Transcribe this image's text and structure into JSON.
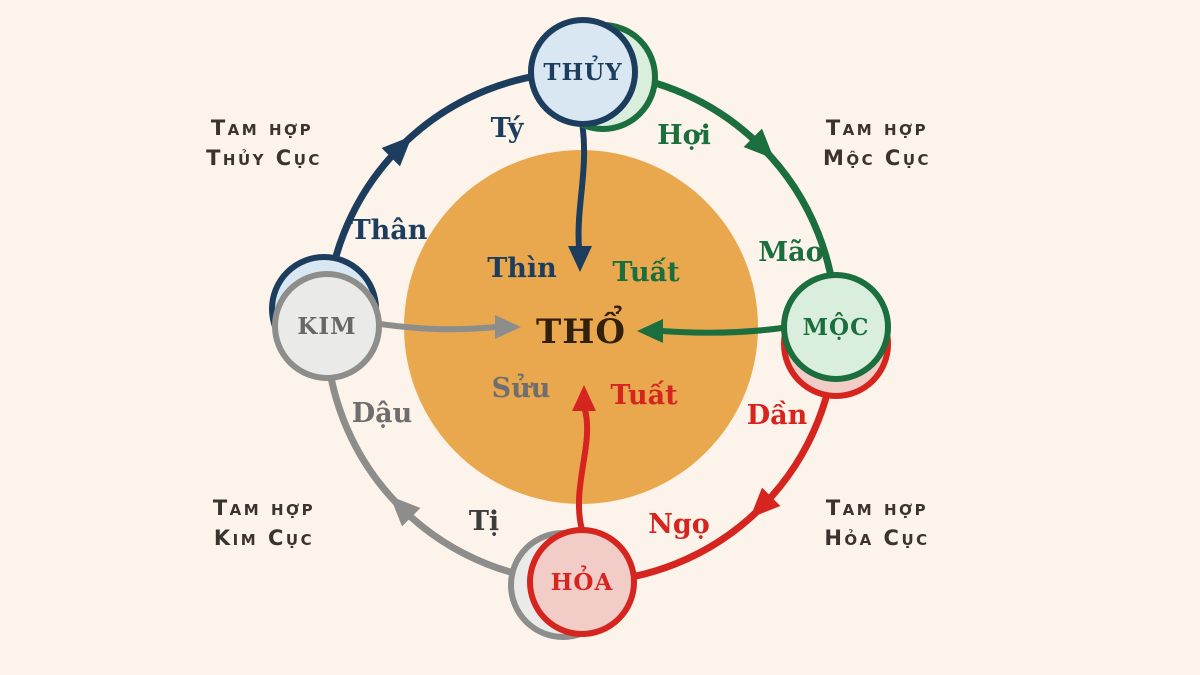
{
  "colors": {
    "background": "#fcf3ea",
    "orange": "#e9a84e",
    "navy": "#1d3d5f",
    "green": "#1b6e3d",
    "red": "#d6241f",
    "gray": "#8d8d8b",
    "light_blue": "#d8e7f2",
    "light_green": "#daeedd",
    "light_red": "#f2ccc7",
    "light_gray": "#eaeae8",
    "earth_text": "#33200a",
    "kim_text": "#686866",
    "mid_gray_text": "#6e6e6e",
    "dark_label": "#3d3d3d",
    "corner_text": "#3a342e"
  },
  "center": {
    "label": "THỔ"
  },
  "elements": {
    "thuy": {
      "label": "THỦY"
    },
    "moc": {
      "label": "MỘC"
    },
    "hoa": {
      "label": "HỎA"
    },
    "kim": {
      "label": "KIM"
    }
  },
  "inner_labels": {
    "thin": "Thìn",
    "tuat_top": "Tuất",
    "suu": "Sửu",
    "tuat_bottom": "Tuất"
  },
  "ring_labels": {
    "ty": "Tý",
    "hoi": "Hợi",
    "mao": "Mão",
    "dan": "Dần",
    "ngo": "Ngọ",
    "ti": "Tị",
    "dau": "Dậu",
    "than": "Thân"
  },
  "corners": {
    "top_left": {
      "line1": "Tam hợp",
      "line2": "Thủy Cục"
    },
    "top_right": {
      "line1": "Tam hợp",
      "line2": "Mộc Cục"
    },
    "bottom_left": {
      "line1": "Tam hợp",
      "line2": "Kim Cục"
    },
    "bottom_right": {
      "line1": "Tam hợp",
      "line2": "Hỏa Cục"
    }
  }
}
